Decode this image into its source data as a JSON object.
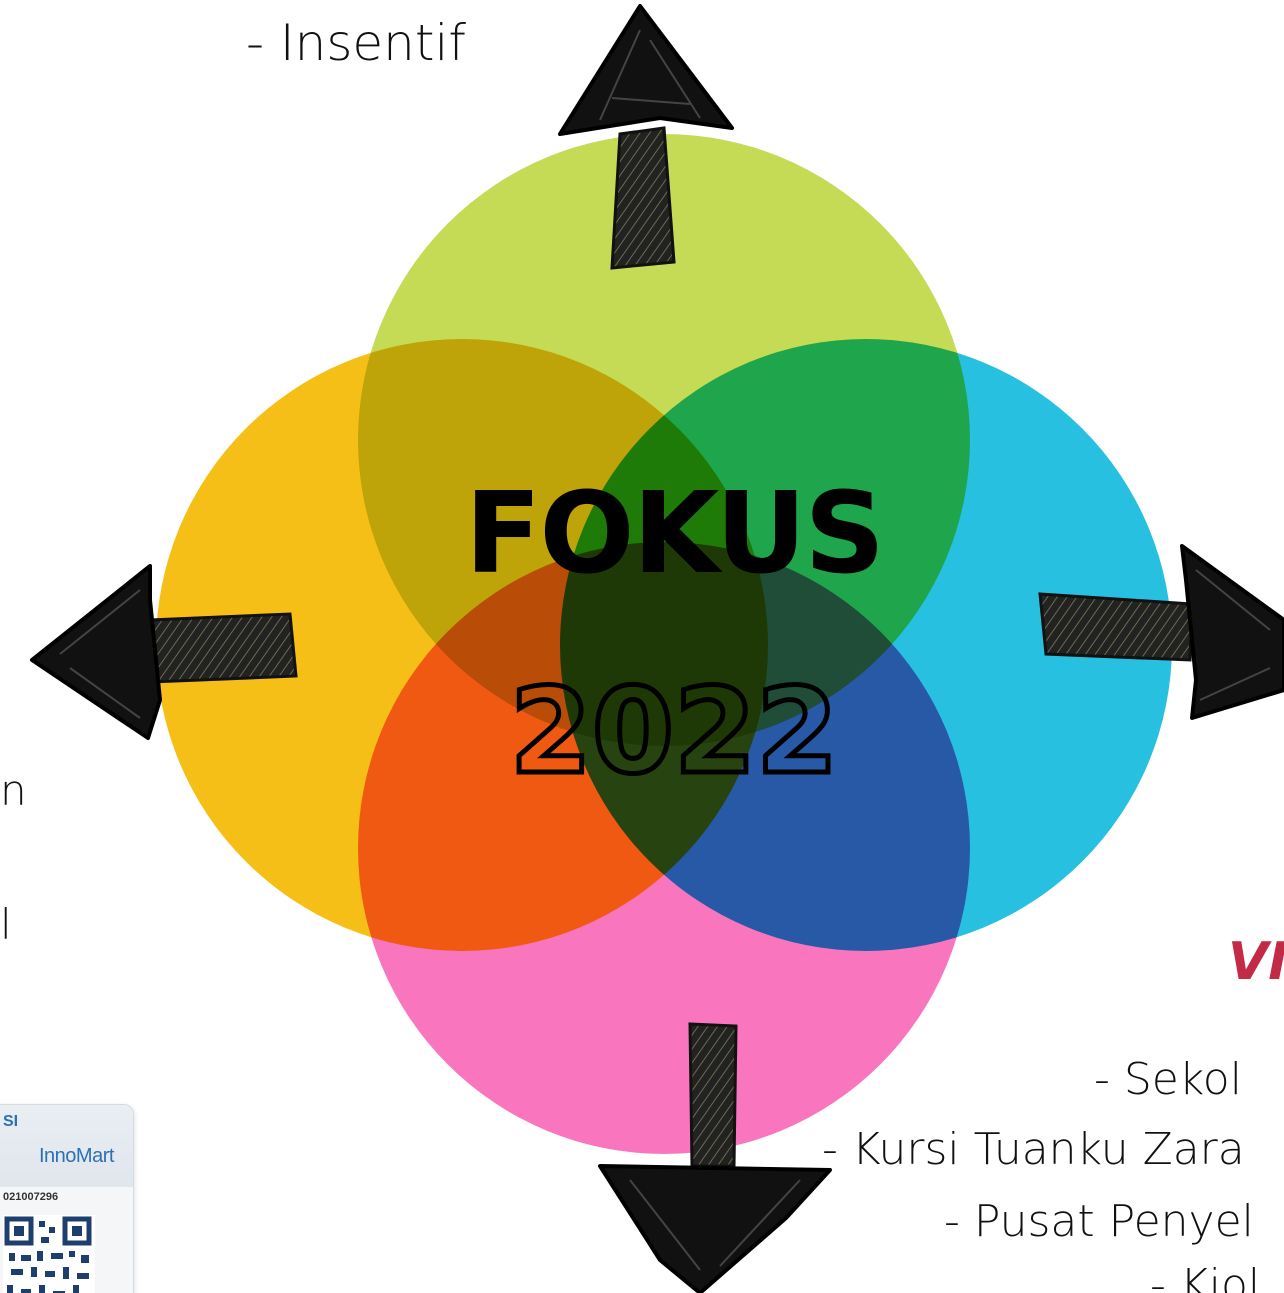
{
  "title": {
    "line1": "FOKUS",
    "line2": "2022"
  },
  "text_fragments": {
    "top": "- Insentif",
    "left_1": "n",
    "left_2": "l",
    "vi_heading": "VI",
    "right_1": "- Sekol",
    "right_2": "- Kursi Tuanku Zara",
    "right_3": "- Pusat Penyel",
    "right_4": "- Kiol"
  },
  "badge": {
    "brand_prefix": "SI",
    "brand": "InnoMart",
    "number": "021007296"
  },
  "colors": {
    "circle_top": "#c5db55",
    "circle_left": "#f6bf17",
    "circle_right": "#28c0e0",
    "circle_bottom": "#f976be",
    "accent_heading": "#c22a46",
    "arrow": "#111111"
  },
  "icons": [
    "arrow-up-icon",
    "arrow-left-icon",
    "arrow-right-icon",
    "arrow-down-icon",
    "qr-code-icon"
  ]
}
